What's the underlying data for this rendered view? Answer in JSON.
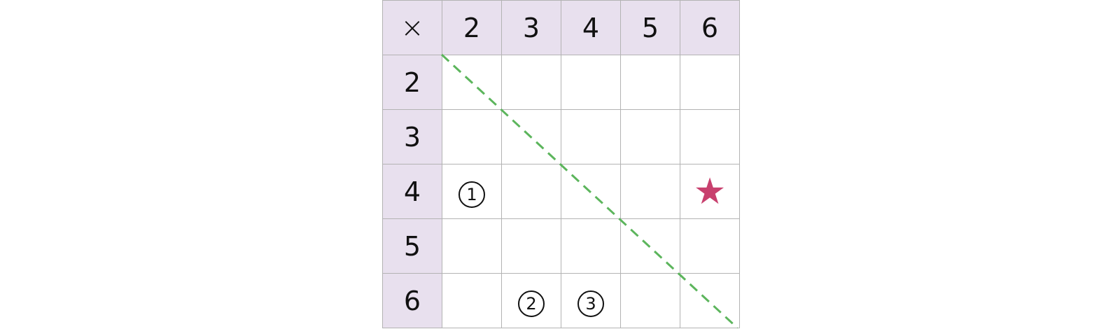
{
  "table": {
    "corner_symbol": "×",
    "column_headers": [
      "2",
      "3",
      "4",
      "5",
      "6"
    ],
    "row_headers": [
      "2",
      "3",
      "4",
      "5",
      "6"
    ],
    "markers": {
      "r4_c2": "1",
      "r6_c3": "2",
      "r6_c4": "3",
      "r4_c6": "★"
    }
  },
  "colors": {
    "header_background": "#e8e0ee",
    "grid_line": "#b3b3b3",
    "diagonal_line": "#5cb55c",
    "star": "#c8406e",
    "text": "#111111"
  },
  "icons": {
    "star": "star-icon",
    "diagonal": "dashed-diagonal-line"
  }
}
